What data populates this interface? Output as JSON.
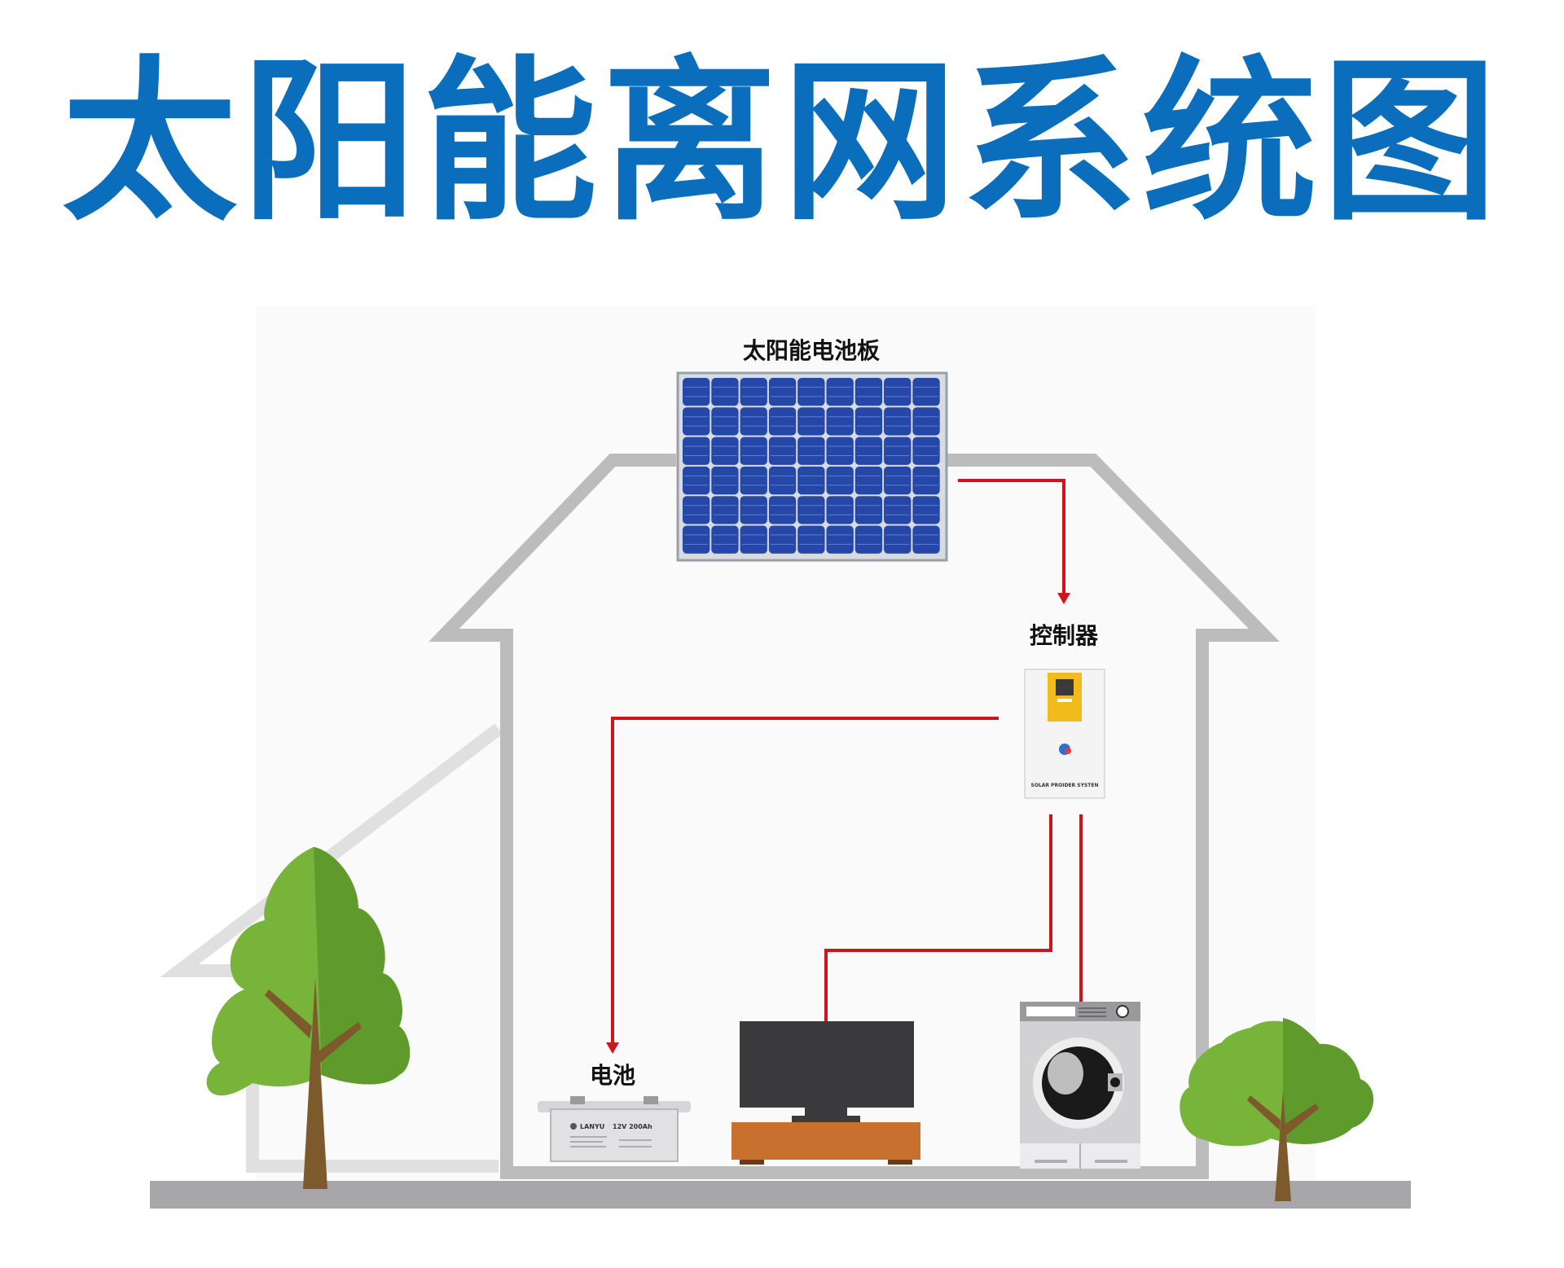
{
  "title": "太阳能离网系统图",
  "labels": {
    "solar_panel": "太阳能电池板",
    "controller": "控制器",
    "battery": "电池"
  },
  "device_text": {
    "controller_brand": "SOLAR PROIDER SYSTEN",
    "battery_brand": "LANYU",
    "battery_spec": "12V 200Ah"
  },
  "colors": {
    "title": "#0a6ebd",
    "house_outline": "#bcbcbc",
    "wire": "#d0141e",
    "panel_cell": "#2547a8",
    "tree_leaf": "#78b43a",
    "tree_trunk": "#7d5a2c",
    "tv_stand": "#c8712f"
  }
}
